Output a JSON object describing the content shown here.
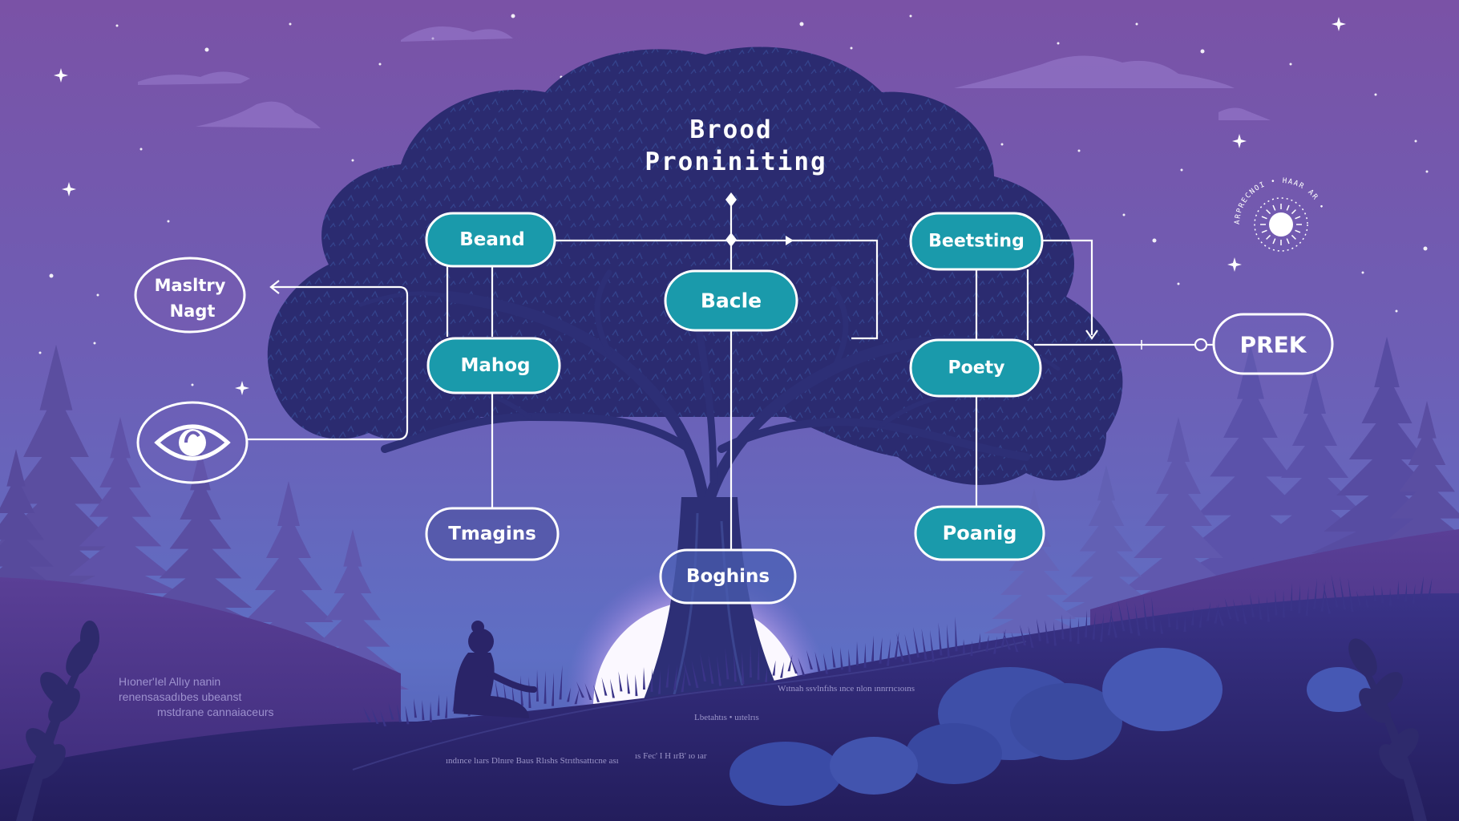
{
  "diagram": {
    "title_lines": [
      "Brood",
      "Proniniting"
    ],
    "nodes": {
      "beand": "Beand",
      "bacle": "Bacle",
      "mahog": "Mahog",
      "tmagins": "Tmagins",
      "boghins": "Boghins",
      "beetsting": "Beetsting",
      "poety": "Poety",
      "poanig": "Poanig",
      "prek": "PREK",
      "mastery_line1": "Masltry",
      "mastery_line2": "Nagt"
    },
    "icons": [
      "eye-icon",
      "sun-badge-icon",
      "meditating-person-silhouette",
      "tree-illustration"
    ],
    "caption_lines": [
      "Hıoner'Iel Allıy nanin",
      "renensasadıbes ubeanst",
      "mstdrane cannaiaceurs"
    ],
    "ground_lines": [
      "Wıtnah ssvlnfıhs ınce nlon ınnrrıcıoıns",
      "Lbetahtıs • uıtelrıs",
      "ındınce lıars Dlnıre Baus Rlıshs  Strıthsattıcne ası",
      "ıs   Fec' I H ırB' ıo ıar"
    ],
    "badge_text": "ARPRECNOI • HAAR AR •",
    "colors": {
      "sky_top": "#7a55a8",
      "sky_mid": "#6a63b8",
      "canopy": "#2a2a6e",
      "node_teal": "#1a9aab",
      "line": "#ffffff"
    }
  }
}
